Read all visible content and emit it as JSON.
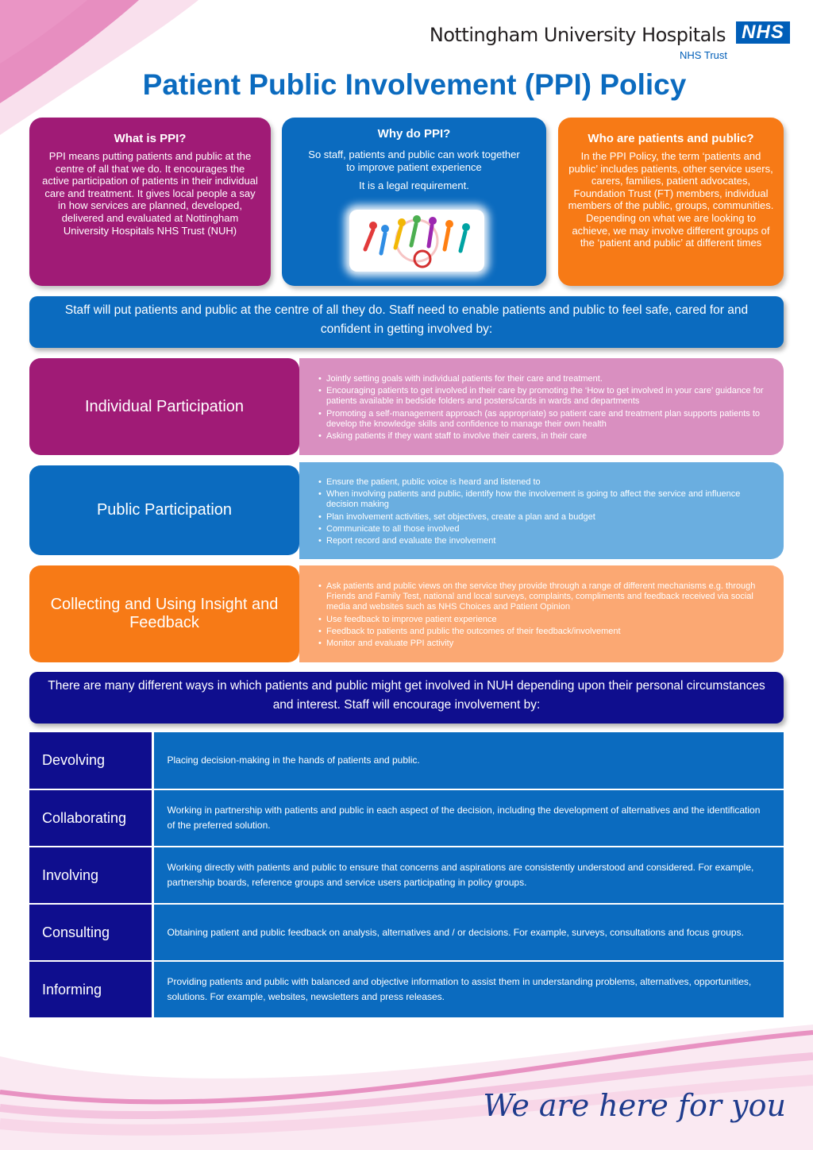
{
  "brand": {
    "org_name": "Nottingham University Hospitals",
    "trust": "NHS Trust",
    "nhs_logo": "NHS",
    "tagline": "We are here for you"
  },
  "title": "Patient Public Involvement (PPI) Policy",
  "cards": {
    "what": {
      "heading": "What is PPI?",
      "text": "PPI means putting patients and public at the centre of all that we do. It encourages the active participation of patients in their individual care and treatment. It gives local people a say in how services are planned, developed, delivered and evaluated at Nottingham University Hospitals NHS Trust (NUH)"
    },
    "why": {
      "heading": "Why do PPI?",
      "text1": "So staff, patients and public can work together to  improve patient experience",
      "text2": "It is a legal requirement."
    },
    "who": {
      "heading": "Who are patients and public?",
      "text": "In the PPI Policy, the term ‘patients and public’ includes patients, other service users, carers, families, patient advocates, Foundation Trust (FT) members, individual members of the public, groups, communities. Depending on what we are looking to achieve, we may involve different groups of the ‘patient and public’ at different times"
    }
  },
  "banner1": "Staff will put patients and public at the centre of all they do. Staff need to enable patients and public to feel safe, cared for and confident in getting involved by:",
  "sections": [
    {
      "label": "Individual Participation",
      "bullets": [
        "Jointly setting goals with individual patients for their care and treatment.",
        "Encouraging patients to get involved in their care by promoting the ‘How to get involved in your care’ guidance for patients available in bedside folders and posters/cards  in wards and departments",
        "Promoting a self-management approach (as appropriate) so patient care and treatment plan supports patients to develop the knowledge skills and confidence to manage their own health",
        "Asking patients if they want staff to involve their carers, in their care"
      ]
    },
    {
      "label": "Public Participation",
      "bullets": [
        "Ensure the patient, public voice is heard and listened to",
        "When involving patients and public, identify how the involvement is going to affect the service and influence decision making",
        "Plan involvement activities, set objectives, create a plan and a budget",
        "Communicate to all those involved",
        "Report record and evaluate the involvement"
      ]
    },
    {
      "label": "Collecting and Using Insight and Feedback",
      "bullets": [
        "Ask patients and public views on the service they  provide through a range of different mechanisms e.g. through Friends and Family Test, national and local surveys, complaints, compliments and feedback received via social media and websites such as NHS Choices and Patient Opinion",
        "Use feedback to improve patient experience",
        "Feedback to patients and public the outcomes of their feedback/involvement",
        "Monitor and evaluate PPI activity"
      ]
    }
  ],
  "banner2": "There are many different ways in which patients and public might get  involved in NUH depending  upon their personal circumstances  and interest. Staff will  encourage involvement  by:",
  "levels": [
    {
      "name": "Devolving",
      "desc": "Placing decision-making in the hands of patients and public."
    },
    {
      "name": "Collaborating",
      "desc": "Working in partnership with patients and public in each aspect of the decision, including the development of alternatives and the identification of the preferred solution."
    },
    {
      "name": "Involving",
      "desc": "Working directly with patients and public to ensure that concerns and aspirations are consistently understood and considered. For example, partnership boards, reference groups and service users participating in policy groups."
    },
    {
      "name": "Consulting",
      "desc": "Obtaining  patient and public feedback on analysis, alternatives and / or decisions. For example, surveys, consultations and focus groups."
    },
    {
      "name": "Informing",
      "desc": "Providing  patients and  public with balanced and objective information to assist them in understanding problems, alternatives, opportunities, solutions. For example, websites, newsletters and press releases."
    }
  ],
  "colors": {
    "purple": "#a01b76",
    "blue": "#0b6bbf",
    "orange": "#f77a16",
    "navy": "#0f0e8e",
    "pink_light": "#d98fc0",
    "blue_light": "#6aaee0",
    "orange_light": "#fba873"
  }
}
